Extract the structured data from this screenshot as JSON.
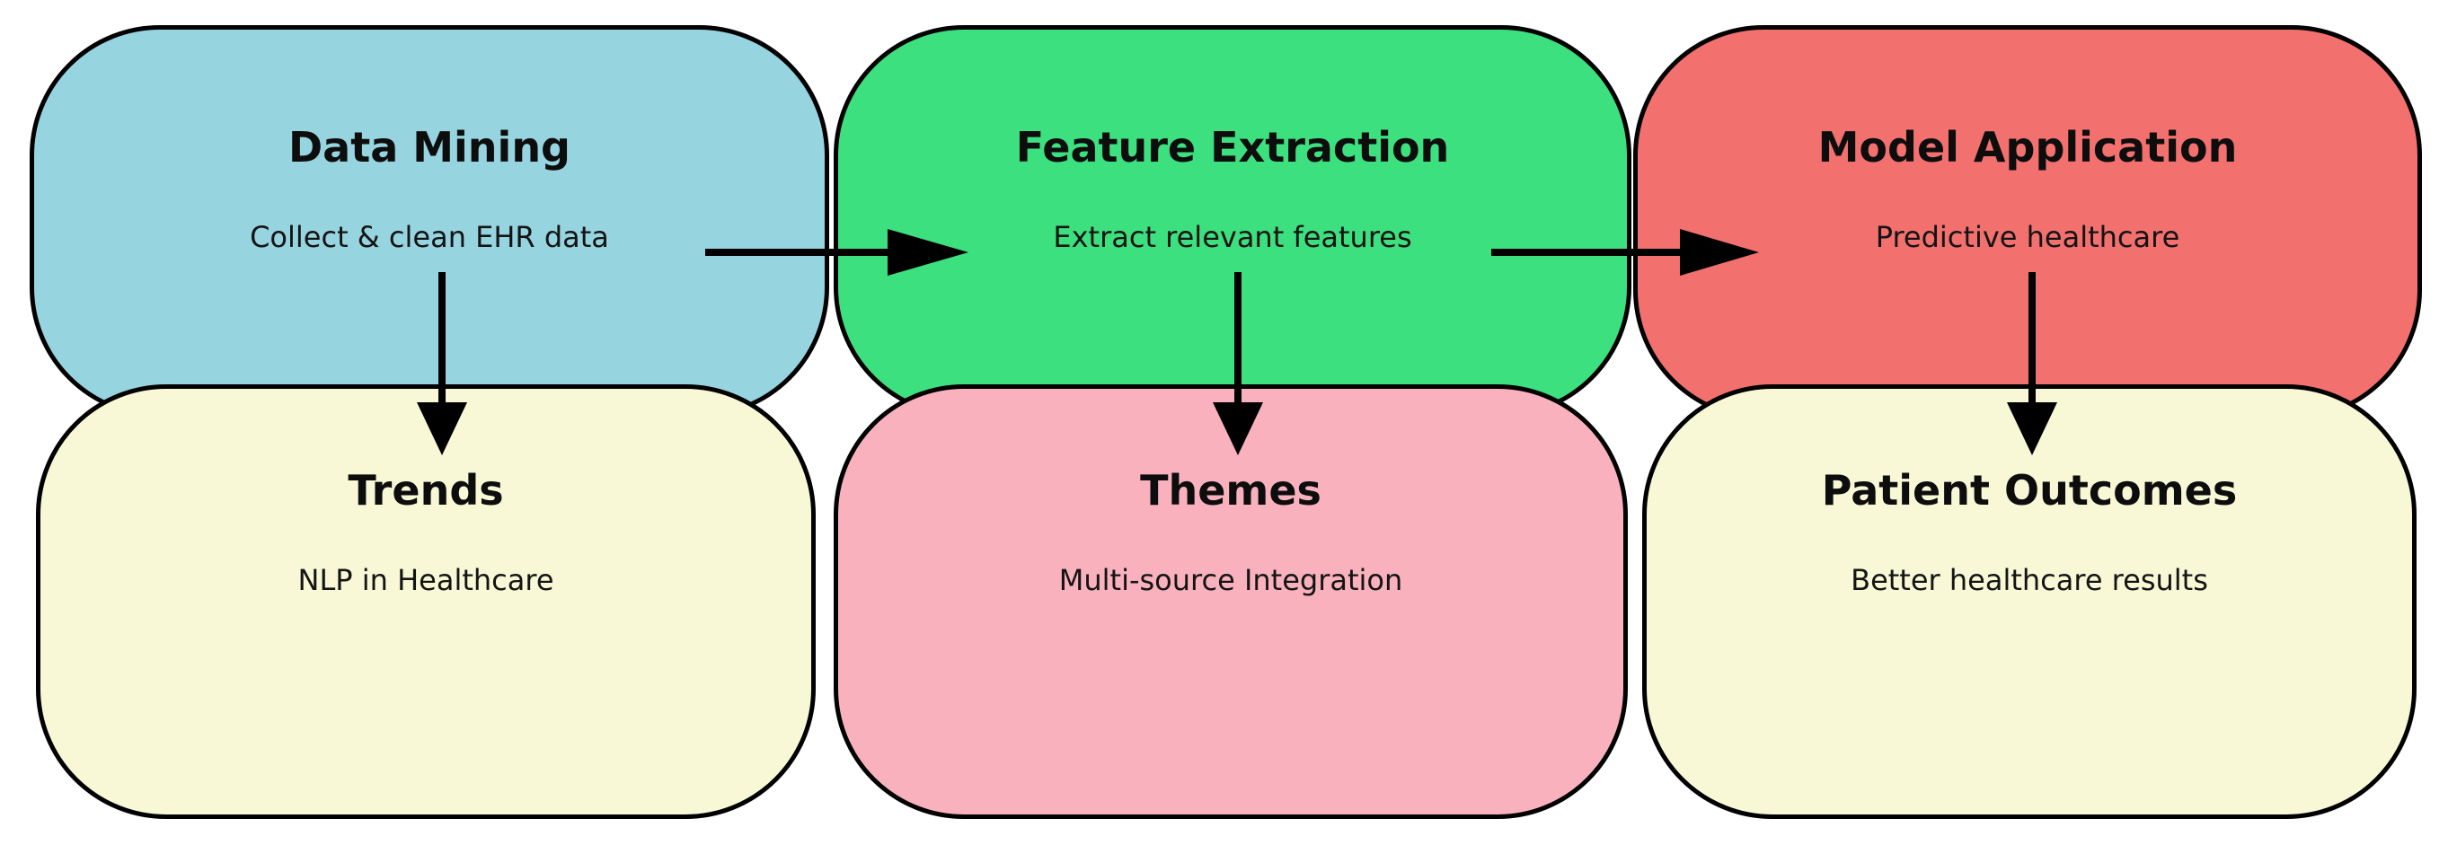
{
  "diagram": {
    "background": "#ffffff",
    "stroke_color": "#000000",
    "nodes": [
      {
        "id": "data-mining",
        "title": "Data Mining",
        "subtitle": "Collect & clean EHR data",
        "fill": "#96d4e0"
      },
      {
        "id": "feature-extraction",
        "title": "Feature Extraction",
        "subtitle": "Extract relevant features",
        "fill": "#3de07e"
      },
      {
        "id": "model-application",
        "title": "Model Application",
        "subtitle": "Predictive healthcare",
        "fill": "#f2706e"
      },
      {
        "id": "trends",
        "title": "Trends",
        "subtitle": "NLP in Healthcare",
        "fill": "#f8f8d7"
      },
      {
        "id": "themes",
        "title": "Themes",
        "subtitle": "Multi-source Integration",
        "fill": "#f9b2bd"
      },
      {
        "id": "patient-outcomes",
        "title": "Patient Outcomes",
        "subtitle": "Better healthcare results",
        "fill": "#f8f8d7"
      }
    ],
    "connections": [
      {
        "from": "data-mining",
        "to": "feature-extraction",
        "direction": "right"
      },
      {
        "from": "feature-extraction",
        "to": "model-application",
        "direction": "right"
      },
      {
        "from": "data-mining",
        "to": "trends",
        "direction": "down"
      },
      {
        "from": "feature-extraction",
        "to": "themes",
        "direction": "down"
      },
      {
        "from": "model-application",
        "to": "patient-outcomes",
        "direction": "down"
      }
    ]
  }
}
